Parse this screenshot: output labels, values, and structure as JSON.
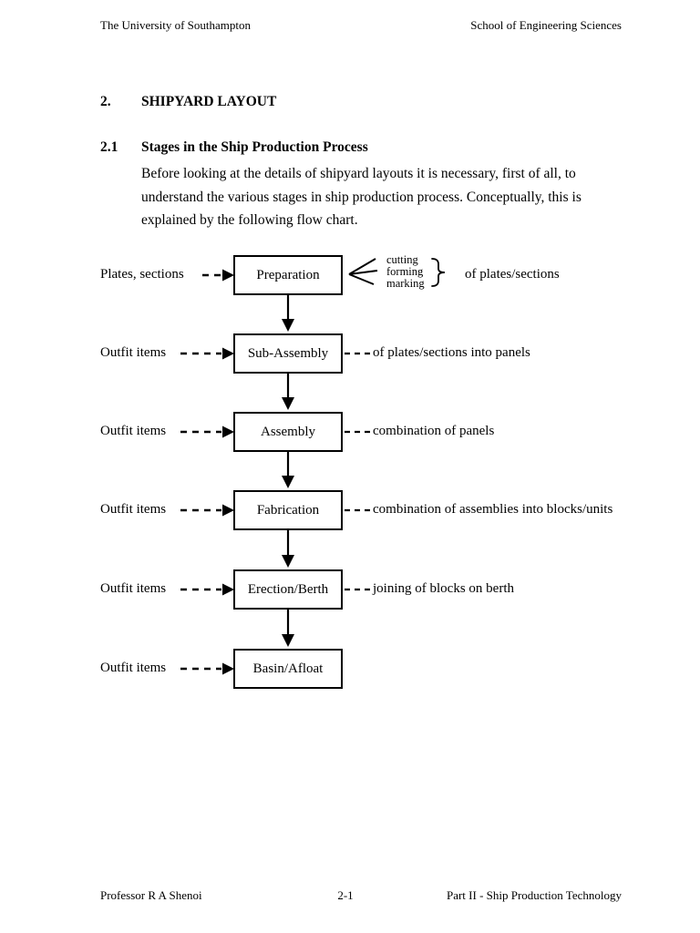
{
  "page": {
    "header": {
      "left": "The University of Southampton",
      "right": "School of Engineering Sciences"
    },
    "footer": {
      "author": "Professor R A Shenoi",
      "page_number": "2-1",
      "course": "Part II - Ship Production Technology"
    }
  },
  "section": {
    "number": "2.",
    "title": "SHIPYARD LAYOUT",
    "subsection_number": "2.1",
    "subsection_title": "Stages in the Ship Production Process",
    "paragraph_lines": [
      "Before looking at the details of shipyard layouts it is necessary, first of all, to",
      "understand the various stages in ship production process. Conceptually, this is",
      "explained by the following flow chart."
    ]
  },
  "flowchart": {
    "stages": [
      {
        "input": "Plates, sections",
        "label": "Preparation",
        "operations": [
          "cutting",
          "forming",
          "marking"
        ],
        "annotation": "of plates/sections"
      },
      {
        "input": "Outfit items",
        "label": "Sub-Assembly",
        "annotation": "of plates/sections into panels"
      },
      {
        "input": "Outfit items",
        "label": "Assembly",
        "annotation": "combination of panels"
      },
      {
        "input": "Outfit items",
        "label": "Fabrication",
        "annotation": "combination of assemblies into blocks/units"
      },
      {
        "input": "Outfit items",
        "label": "Erection/Berth",
        "annotation": "joining of blocks on berth"
      },
      {
        "input": "Outfit items",
        "label": "Basin/Afloat",
        "annotation": ""
      }
    ]
  }
}
